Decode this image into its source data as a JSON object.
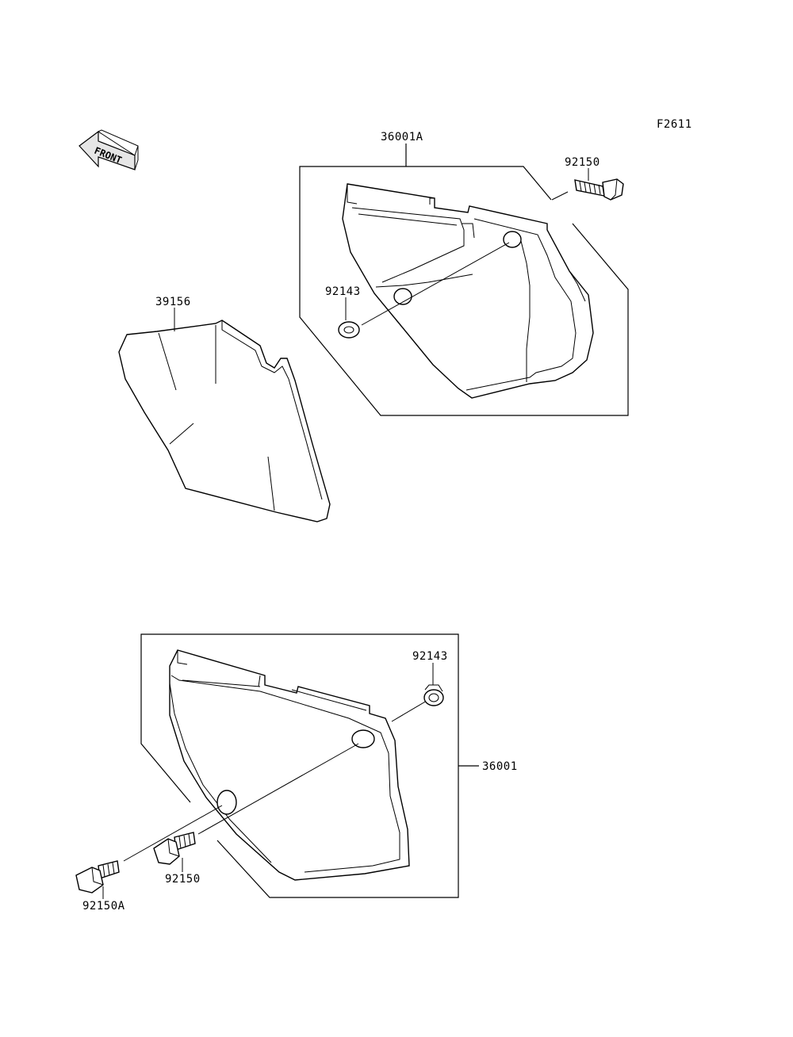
{
  "figure_code": "F2611",
  "front_marker": {
    "label": "FRONT"
  },
  "parts": {
    "cover_left": "36001A",
    "bolt_top": "92150",
    "grommet_top": "92143",
    "pad": "39156",
    "grommet_bottom": "92143",
    "cover_right": "36001",
    "bolt_bottom": "92150",
    "bolt_bottom_alt": "92150A"
  }
}
